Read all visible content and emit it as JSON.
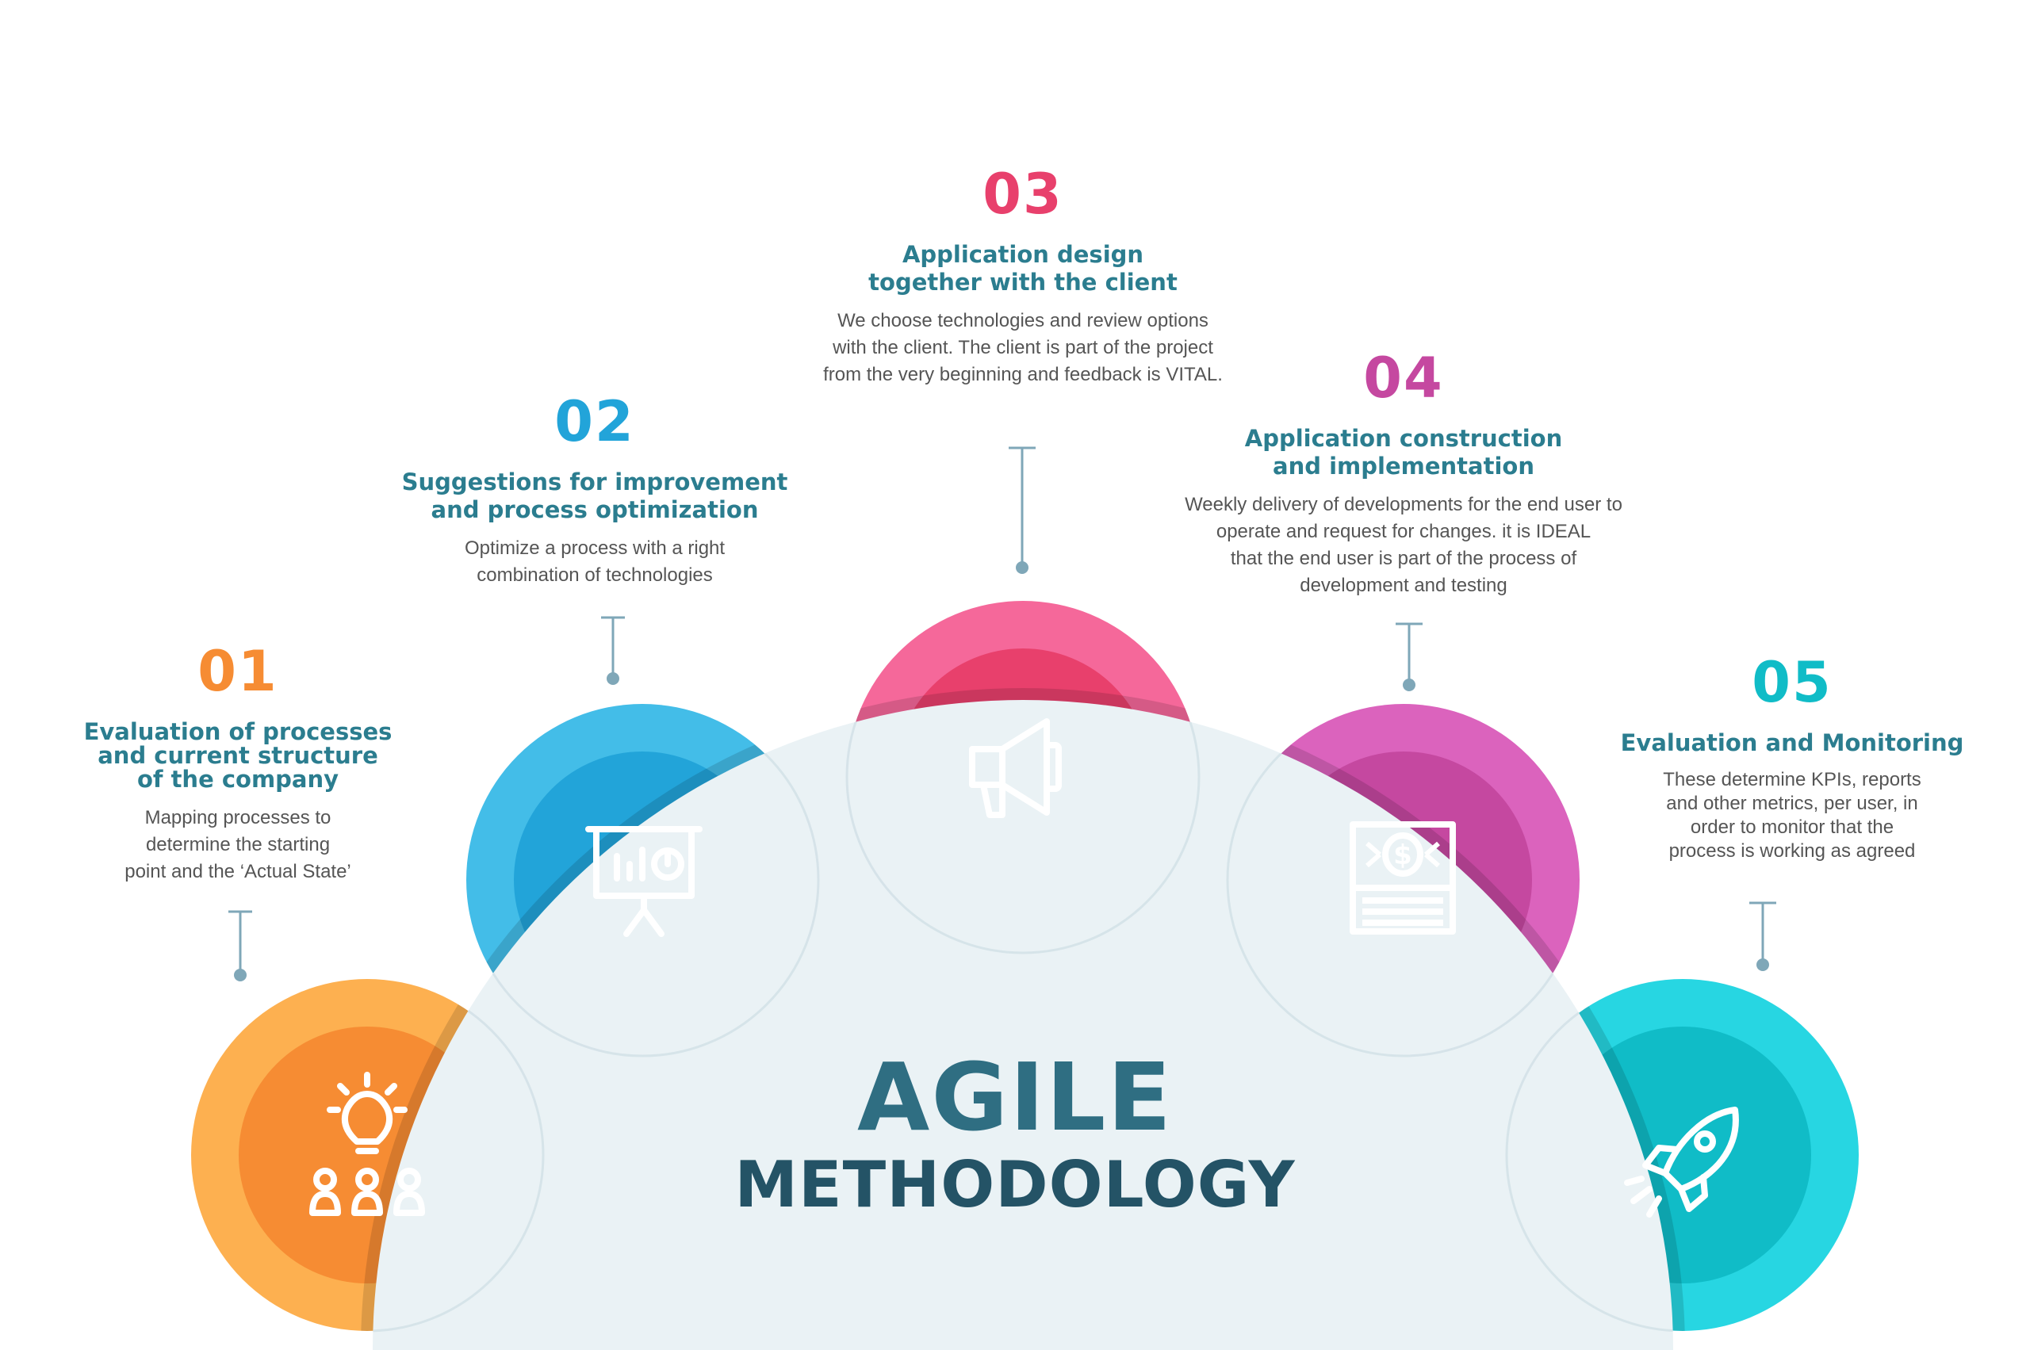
{
  "colors": {
    "orange": "#f68c33",
    "blue": "#22a4d9",
    "pink": "#e8406c",
    "magenta": "#c548a0",
    "teal": "#10bcc7",
    "title": "#2b7d8f",
    "body_text": "#555555",
    "center_bg": "#eaf2f5",
    "agile_text": "#2f6e82"
  },
  "center": {
    "line1": "AGILE",
    "line2": "METHODOLOGY"
  },
  "steps": [
    {
      "number": "01",
      "title_lines": [
        "Evaluation of processes",
        "and current structure",
        "of the company"
      ],
      "desc_lines": [
        "Mapping processes to",
        "determine the starting",
        "point and the ‘Actual State’"
      ],
      "icon": "lightbulb-people-icon",
      "color": "#f68c33"
    },
    {
      "number": "02",
      "title_lines": [
        "Suggestions for improvement",
        "and process optimization"
      ],
      "desc_lines": [
        "Optimize a process with a right",
        "combination of technologies"
      ],
      "icon": "presentation-board-icon",
      "color": "#22a4d9"
    },
    {
      "number": "03",
      "title_lines": [
        "Application design",
        "together with the client"
      ],
      "desc_lines": [
        "We choose technologies and review options",
        "with the client. The client is part of the project",
        "from the very beginning and feedback is VITAL."
      ],
      "icon": "megaphone-icon",
      "color": "#e8406c"
    },
    {
      "number": "04",
      "title_lines": [
        "Application construction",
        "and implementation"
      ],
      "desc_lines": [
        "Weekly delivery of developments for the end user to",
        "operate and request for changes. it is IDEAL",
        "that the end user is part of the process of",
        "development and testing"
      ],
      "icon": "money-bill-icon",
      "color": "#c548a0"
    },
    {
      "number": "05",
      "title_lines": [
        "Evaluation and Monitoring"
      ],
      "desc_lines": [
        "These determine KPIs, reports",
        "and other metrics, per user, in",
        "order to monitor that the",
        "process is working as agreed"
      ],
      "icon": "rocket-icon",
      "color": "#10bcc7"
    }
  ]
}
